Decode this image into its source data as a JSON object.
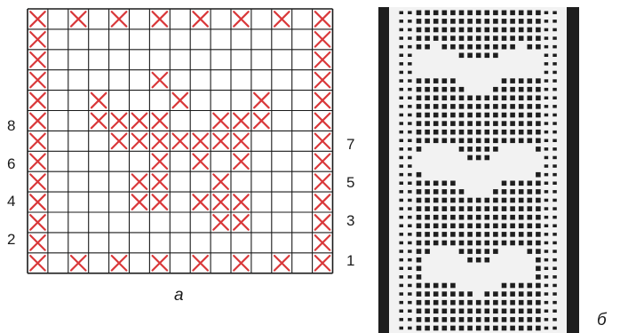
{
  "figure_a": {
    "grid": {
      "cols": 15,
      "rows": 13
    },
    "colors": {
      "line": "#1a1a1a",
      "cross": "#d9383a"
    },
    "crosses": {
      "0": [
        0,
        2,
        4,
        6,
        8,
        10,
        12,
        14
      ],
      "1": [
        0,
        14
      ],
      "2": [
        0,
        14
      ],
      "3": [
        0,
        6,
        14
      ],
      "4": [
        0,
        3,
        7,
        11,
        14
      ],
      "5": [
        0,
        3,
        4,
        5,
        6,
        9,
        10,
        11,
        14
      ],
      "6": [
        0,
        4,
        5,
        6,
        7,
        8,
        9,
        10,
        14
      ],
      "7": [
        0,
        6,
        8,
        10,
        14
      ],
      "8": [
        0,
        5,
        6,
        9,
        14
      ],
      "9": [
        0,
        5,
        6,
        8,
        9,
        10,
        14
      ],
      "10": [
        0,
        9,
        10,
        14
      ],
      "11": [
        0,
        14
      ],
      "12": [
        0,
        2,
        4,
        6,
        8,
        10,
        12,
        14
      ]
    },
    "left_numbers": [
      "8",
      "6",
      "4",
      "2"
    ],
    "right_numbers": [
      "7",
      "5",
      "3",
      "1"
    ],
    "caption": "а"
  },
  "figure_b": {
    "caption": "б",
    "colors": {
      "background": "#1e1e1e",
      "lace": "#f2f2f2",
      "hole": "#1e1e1e"
    }
  }
}
